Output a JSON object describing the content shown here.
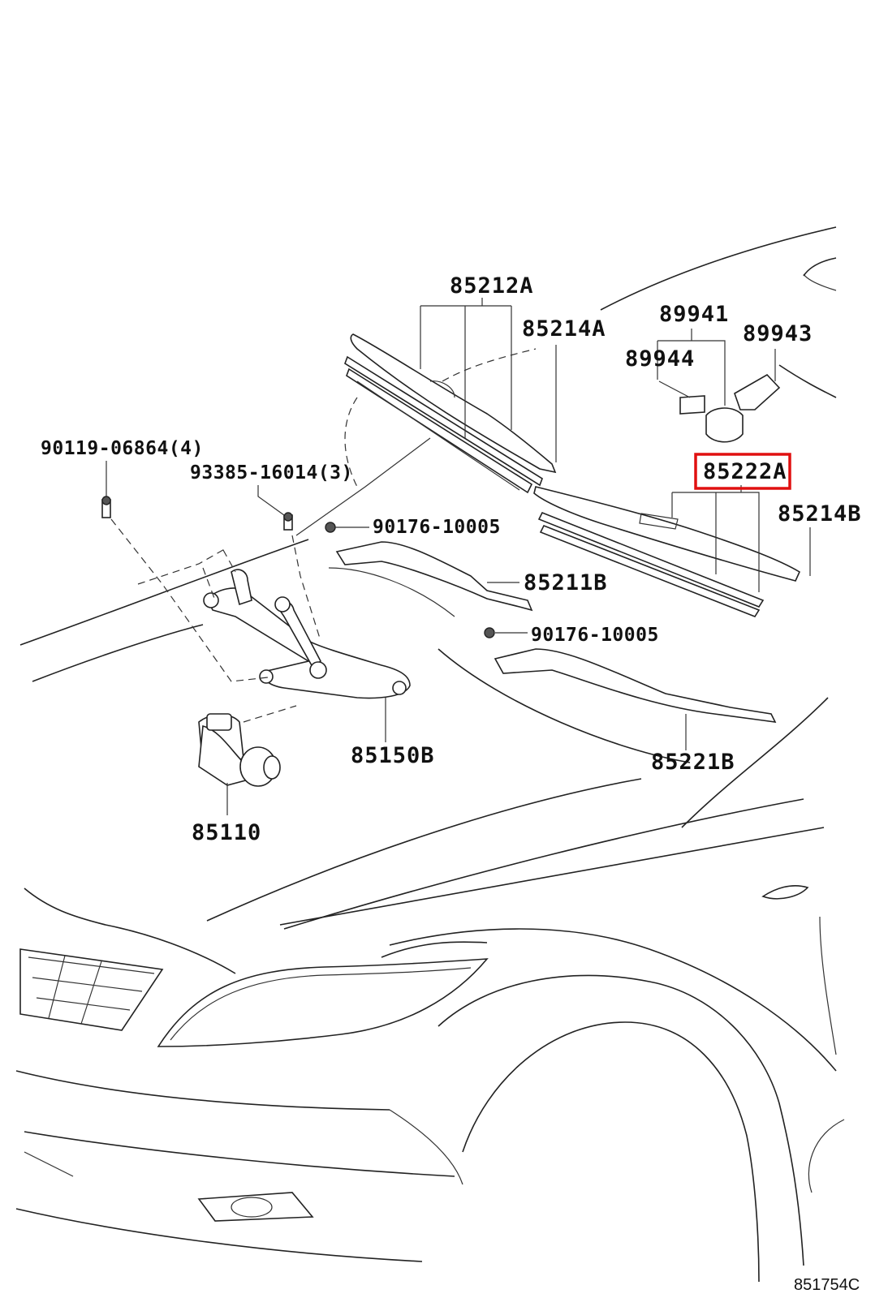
{
  "parts": {
    "p85212A": "85212A",
    "p85214A": "85214A",
    "p89941": "89941",
    "p89943": "89943",
    "p89944": "89944",
    "p90119": "90119-06864(4)",
    "p93385": "93385-16014(3)",
    "p85222A": "85222A",
    "p85214B": "85214B",
    "p90176a": "90176-10005",
    "p85211B": "85211B",
    "p90176b": "90176-10005",
    "p85150B": "85150B",
    "p85221B": "85221B",
    "p85110": "85110"
  },
  "diagram_code": "851754C",
  "highlight": {
    "part": "85222A",
    "color": "#e01010"
  }
}
